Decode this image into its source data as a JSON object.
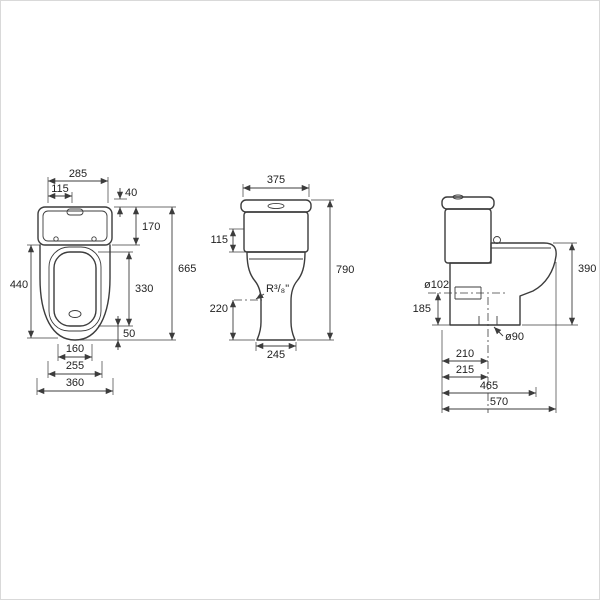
{
  "style": {
    "line_color": "#3c3c3c",
    "background": "#ffffff"
  },
  "views": {
    "top": {
      "dims": {
        "d285": "285",
        "d115": "115",
        "d40": "40",
        "d170": "170",
        "d665": "665",
        "d440": "440",
        "d330": "330",
        "d50": "50",
        "d160": "160",
        "d255": "255",
        "d360": "360"
      }
    },
    "front": {
      "dims": {
        "d375": "375",
        "d115": "115",
        "d790": "790",
        "thread": "R³/₈\"",
        "d220": "220",
        "d245": "245"
      }
    },
    "side": {
      "dims": {
        "d102": "ø102",
        "d185": "185",
        "d390": "390",
        "d90": "ø90",
        "d210": "210",
        "d215": "215",
        "d465": "465",
        "d570": "570"
      }
    }
  }
}
